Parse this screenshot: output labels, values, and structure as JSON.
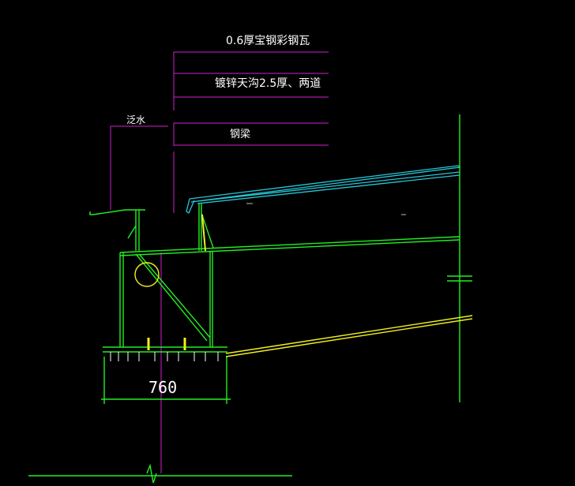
{
  "drawing": {
    "background": "#000000",
    "colors": {
      "magenta": "#d020d0",
      "green": "#22ee22",
      "cyan": "#26c6d6",
      "yellow": "#f0f020",
      "white": "#ffffff",
      "gray": "#bdbdbd"
    },
    "labels": {
      "roof_sheet": "0.6厚宝钢彩钢瓦",
      "gutter": "镀锌天沟2.5厚、两道",
      "steel_beam": "钢梁",
      "waterproof": "泛水"
    },
    "dimension": {
      "width": "760"
    },
    "symbols": {
      "circle": "circle-marker-icon",
      "break_line": "break-line-icon"
    }
  }
}
